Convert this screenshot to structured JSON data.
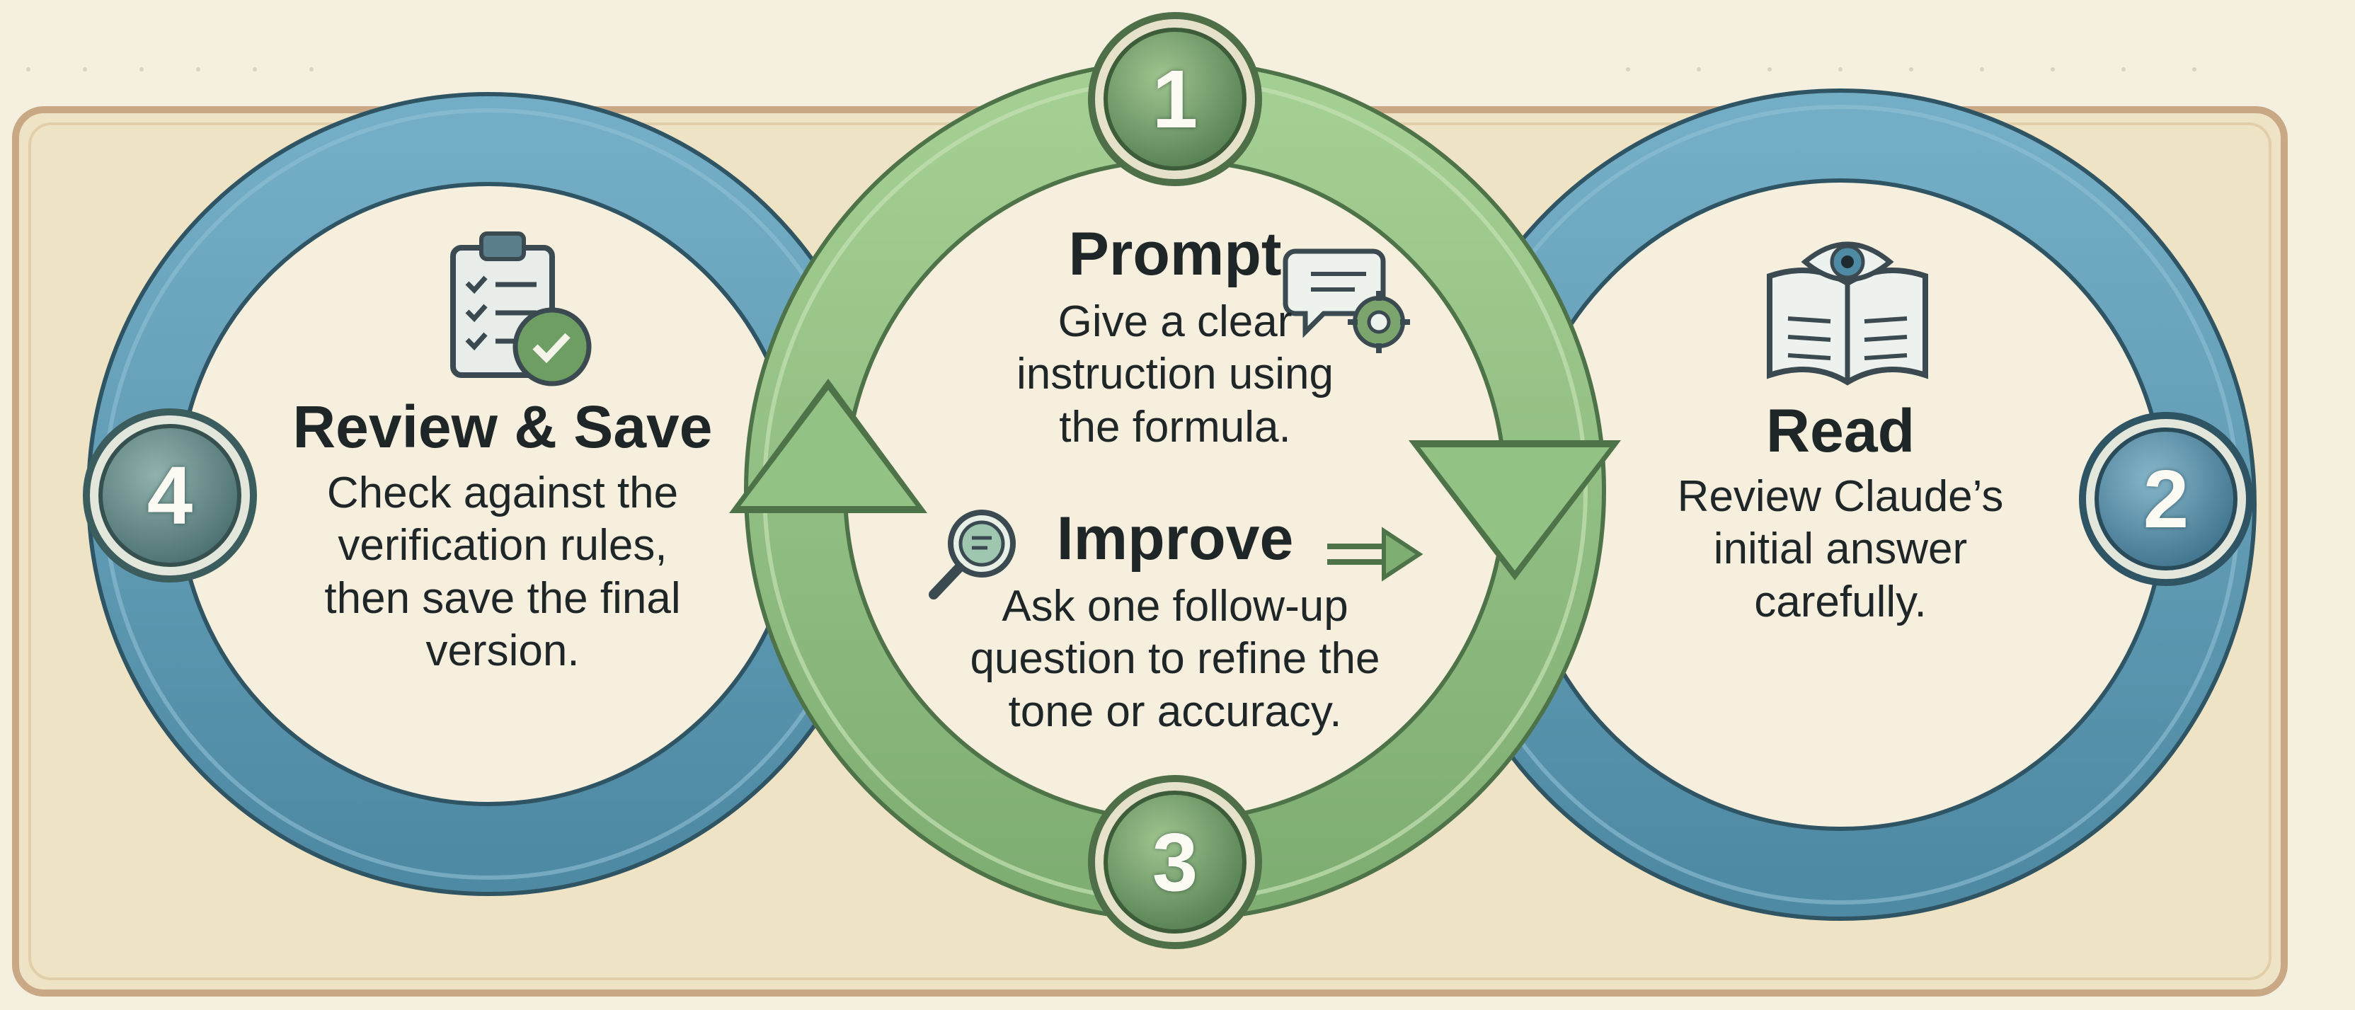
{
  "steps": [
    {
      "number": "1",
      "title": "Prompt",
      "description_lines": [
        "Give a clear",
        "instruction using",
        "the formula."
      ]
    },
    {
      "number": "2",
      "title": "Read",
      "description_lines": [
        "Review Claude’s",
        "initial answer",
        "carefully."
      ]
    },
    {
      "number": "3",
      "title": "Improve",
      "description_lines": [
        "Ask one follow-up",
        "question to refine the",
        "tone or accuracy."
      ]
    },
    {
      "number": "4",
      "title": "Review & Save",
      "description_lines": [
        "Check against the",
        "verification rules,",
        "then save the final",
        "version."
      ]
    }
  ],
  "colors": {
    "background": "#f5efdf",
    "panel": "#efe3c6",
    "panel_border": "#c9a886",
    "blue_ring": "#5b95ae",
    "green_ring": "#8ebd80",
    "text": "#1f2628"
  },
  "icons": {
    "prompt": "chat-gear-icon",
    "read": "book-eye-icon",
    "improve": "magnifier-icon",
    "review": "clipboard-check-icon",
    "arrow": "right-arrow-icon"
  }
}
